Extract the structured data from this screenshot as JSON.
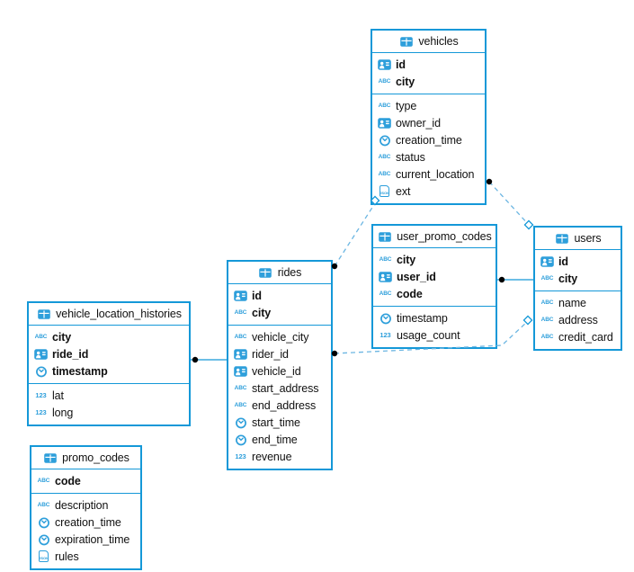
{
  "diagram": {
    "kind": "entity-relationship-diagram",
    "icons": {
      "text": "ABC",
      "number": "123",
      "json": "JSON"
    },
    "colors": {
      "table_border": "#1498d8",
      "icon_blue": "#2e9fdb",
      "dashed_relation": "#6cb6e2",
      "solid_relation": "#1498d8",
      "endpoint_dot": "#000000",
      "text": "#111111",
      "background": "#ffffff"
    },
    "tables": [
      {
        "name": "vehicles",
        "primary": [
          {
            "label": "id",
            "type": "id"
          },
          {
            "label": "city",
            "type": "text"
          }
        ],
        "fields": [
          {
            "label": "type",
            "type": "text"
          },
          {
            "label": "owner_id",
            "type": "id"
          },
          {
            "label": "creation_time",
            "type": "time"
          },
          {
            "label": "status",
            "type": "text"
          },
          {
            "label": "current_location",
            "type": "text"
          },
          {
            "label": "ext",
            "type": "json"
          }
        ]
      },
      {
        "name": "user_promo_codes",
        "primary": [
          {
            "label": "city",
            "type": "text"
          },
          {
            "label": "user_id",
            "type": "id"
          },
          {
            "label": "code",
            "type": "text"
          }
        ],
        "fields": [
          {
            "label": "timestamp",
            "type": "time"
          },
          {
            "label": "usage_count",
            "type": "number"
          }
        ]
      },
      {
        "name": "users",
        "primary": [
          {
            "label": "id",
            "type": "id"
          },
          {
            "label": "city",
            "type": "text"
          }
        ],
        "fields": [
          {
            "label": "name",
            "type": "text"
          },
          {
            "label": "address",
            "type": "text"
          },
          {
            "label": "credit_card",
            "type": "text"
          }
        ]
      },
      {
        "name": "rides",
        "primary": [
          {
            "label": "id",
            "type": "id"
          },
          {
            "label": "city",
            "type": "text"
          }
        ],
        "fields": [
          {
            "label": "vehicle_city",
            "type": "text"
          },
          {
            "label": "rider_id",
            "type": "id"
          },
          {
            "label": "vehicle_id",
            "type": "id"
          },
          {
            "label": "start_address",
            "type": "text"
          },
          {
            "label": "end_address",
            "type": "text"
          },
          {
            "label": "start_time",
            "type": "time"
          },
          {
            "label": "end_time",
            "type": "time"
          },
          {
            "label": "revenue",
            "type": "number"
          }
        ]
      },
      {
        "name": "vehicle_location_histories",
        "primary": [
          {
            "label": "city",
            "type": "text"
          },
          {
            "label": "ride_id",
            "type": "id"
          },
          {
            "label": "timestamp",
            "type": "time"
          }
        ],
        "fields": [
          {
            "label": "lat",
            "type": "number"
          },
          {
            "label": "long",
            "type": "number"
          }
        ]
      },
      {
        "name": "promo_codes",
        "primary": [
          {
            "label": "code",
            "type": "text"
          }
        ],
        "fields": [
          {
            "label": "description",
            "type": "text"
          },
          {
            "label": "creation_time",
            "type": "time"
          },
          {
            "label": "expiration_time",
            "type": "time"
          },
          {
            "label": "rules",
            "type": "json"
          }
        ]
      }
    ],
    "relations": [
      {
        "from": "rides",
        "to": "vehicles",
        "line": "dashed",
        "from_marker": "dot",
        "to_marker": "diamond"
      },
      {
        "from": "vehicles",
        "to": "users",
        "line": "dashed",
        "from_marker": "dot",
        "to_marker": "diamond"
      },
      {
        "from": "rides",
        "to": "users",
        "line": "dashed",
        "from_marker": "dot",
        "to_marker": "diamond"
      },
      {
        "from": "vehicle_location_histories",
        "to": "rides",
        "line": "solid",
        "from_marker": "dot",
        "to_marker": "none"
      },
      {
        "from": "user_promo_codes",
        "to": "users",
        "line": "solid",
        "from_marker": "dot",
        "to_marker": "none"
      }
    ]
  }
}
